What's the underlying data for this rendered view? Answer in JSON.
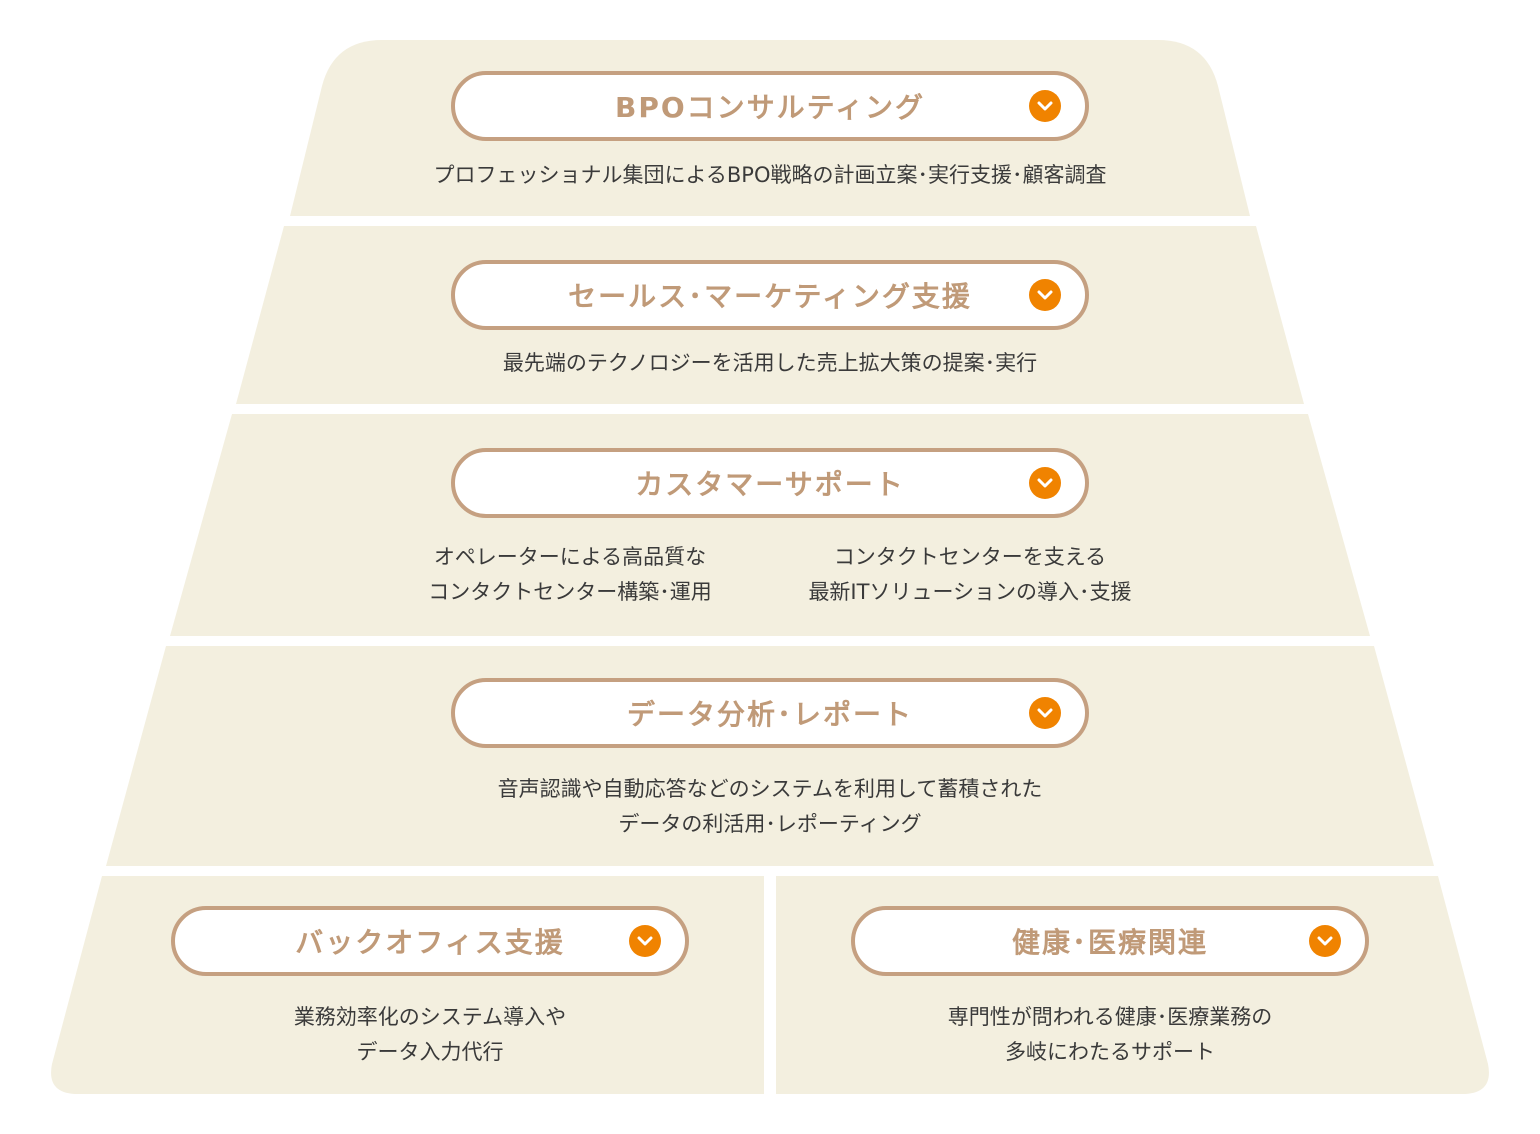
{
  "colors": {
    "band_bg": "#f3efdf",
    "pill_border": "#c5a081",
    "pill_text": "#c09a78",
    "chevron_bg": "#f08300",
    "desc_text": "#3a3a3a"
  },
  "tiers": {
    "bpo": {
      "title": "BPOコンサルティング",
      "desc": "プロフェッショナル集団によるBPO戦略の計画立案･実行支援･顧客調査",
      "icon": "chevron-down-icon"
    },
    "sales": {
      "title": "セールス･マーケティング支援",
      "desc": "最先端のテクノロジーを活用した売上拡大策の提案･実行",
      "icon": "chevron-down-icon"
    },
    "customer": {
      "title": "カスタマーサポート",
      "desc_left": [
        "オペレーターによる高品質な",
        "コンタクトセンター構築･運用"
      ],
      "desc_right": [
        "コンタクトセンターを支える",
        "最新ITソリューションの導入･支援"
      ],
      "icon": "chevron-down-icon"
    },
    "data": {
      "title": "データ分析･レポート",
      "desc": [
        "音声認識や自動応答などのシステムを利用して蓄積された",
        "データの利活用･レポーティング"
      ],
      "icon": "chevron-down-icon"
    },
    "backoffice": {
      "title": "バックオフィス支援",
      "desc": [
        "業務効率化のシステム導入や",
        "データ入力代行"
      ],
      "icon": "chevron-down-icon"
    },
    "health": {
      "title": "健康･医療関連",
      "desc": [
        "専門性が問われる健康･医療業務の",
        "多岐にわたるサポート"
      ],
      "icon": "chevron-down-icon"
    }
  }
}
